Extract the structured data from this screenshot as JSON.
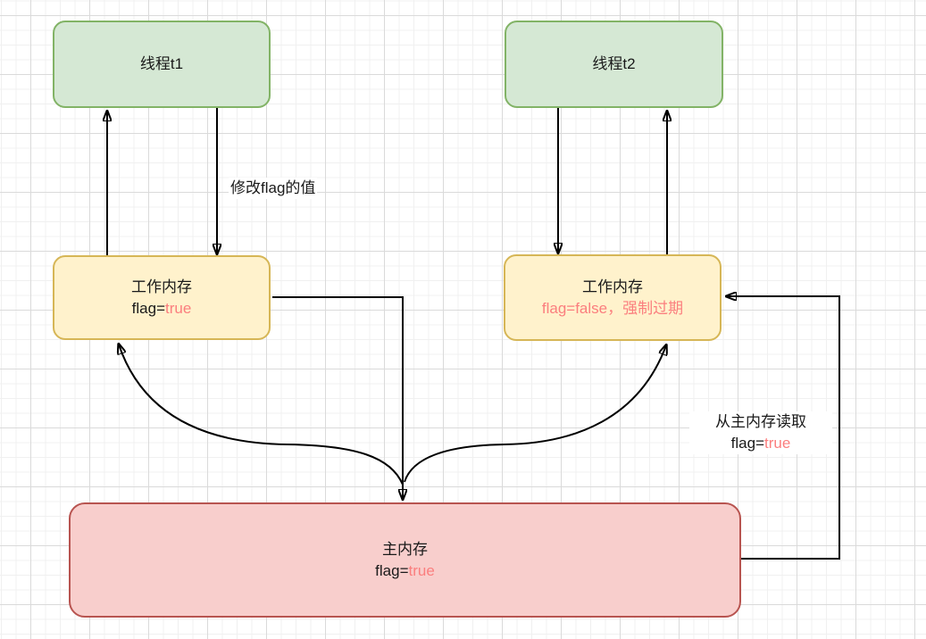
{
  "colors": {
    "green_fill": "#d5e8d4",
    "green_border": "#82b366",
    "yellow_fill": "#fff2cc",
    "yellow_border": "#d6b656",
    "red_fill": "#f8cecc",
    "red_border": "#b85450",
    "accent": "#fb7e7e",
    "line": "#000000",
    "grid_minor": "#f0f0f0",
    "grid_major": "#dadada"
  },
  "nodes": {
    "thread1": {
      "label": "线程t1"
    },
    "thread2": {
      "label": "线程t2"
    },
    "work1": {
      "title": "工作内存",
      "value_prefix": "flag=",
      "value_highlight": "true"
    },
    "work2": {
      "title": "工作内存",
      "value_highlight": "flag=false，强制过期"
    },
    "main": {
      "title": "主内存",
      "value_prefix": "flag=",
      "value_highlight": "true"
    }
  },
  "edge_labels": {
    "modify": "修改flag的值",
    "read_line1": "从主内存读取",
    "read_prefix": "flag=",
    "read_value": "true"
  },
  "edges": [
    {
      "from": "working-memory-t1",
      "to": "thread-t1",
      "style": "straight-up"
    },
    {
      "from": "thread-t1",
      "to": "working-memory-t1",
      "style": "straight-down",
      "label": "修改flag的值"
    },
    {
      "from": "thread-t2",
      "to": "working-memory-t2",
      "style": "straight-down"
    },
    {
      "from": "working-memory-t2",
      "to": "thread-t2",
      "style": "straight-up"
    },
    {
      "from": "working-memory-t1",
      "to": "main-memory",
      "style": "orthogonal"
    },
    {
      "from": "main-memory",
      "to": "working-memory-t1",
      "style": "curve"
    },
    {
      "from": "main-memory",
      "to": "working-memory-t2",
      "style": "curve"
    },
    {
      "from": "main-memory",
      "to": "working-memory-t2",
      "style": "orthogonal-loop",
      "label": "从主内存读取 flag=true"
    }
  ]
}
